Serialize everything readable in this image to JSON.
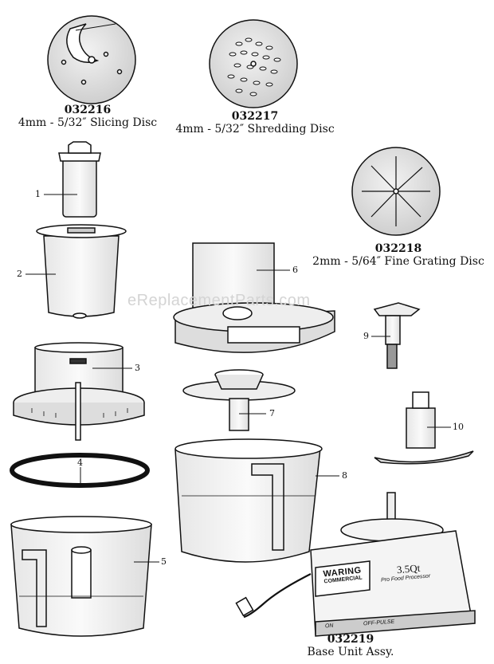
{
  "watermark": "eReplacementParts.com",
  "discs": [
    {
      "number": "032216",
      "name": "4mm - 5/32″ Slicing Disc"
    },
    {
      "number": "032217",
      "name": "4mm - 5/32″ Shredding Disc"
    },
    {
      "number": "032218",
      "name": "2mm - 5/64″ Fine Grating Disc"
    }
  ],
  "base": {
    "number": "032219",
    "name": "Base Unit Assy.",
    "brand": "WARING",
    "brand_sub": "COMMERCIAL",
    "capacity": "3.5Qt",
    "model_text": "Pro Food Processor",
    "switch_on": "ON",
    "switch_off": "OFF-PULSE"
  },
  "callouts": [
    "1",
    "2",
    "3",
    "4",
    "5",
    "6",
    "7",
    "8",
    "9",
    "10"
  ]
}
